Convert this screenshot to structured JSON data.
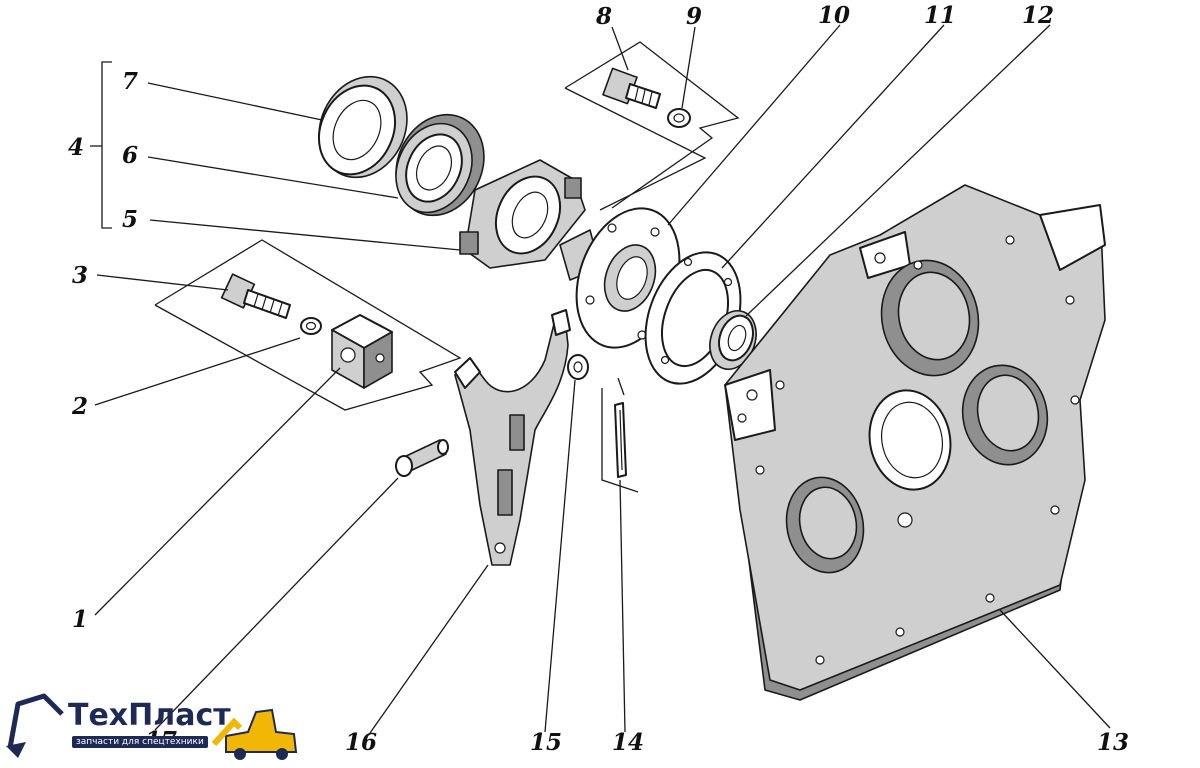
{
  "diagram": {
    "callouts": [
      "1",
      "2",
      "3",
      "4",
      "5",
      "6",
      "7",
      "8",
      "9",
      "10",
      "11",
      "12",
      "13",
      "14",
      "15",
      "16",
      "17"
    ]
  },
  "logo": {
    "name": "ТехПласт",
    "tagline": "запчасти для спецтехники"
  },
  "colors": {
    "ink": "#1a1a1a",
    "logo_navy": "#1e2a56",
    "logo_yellow": "#f2b705"
  }
}
